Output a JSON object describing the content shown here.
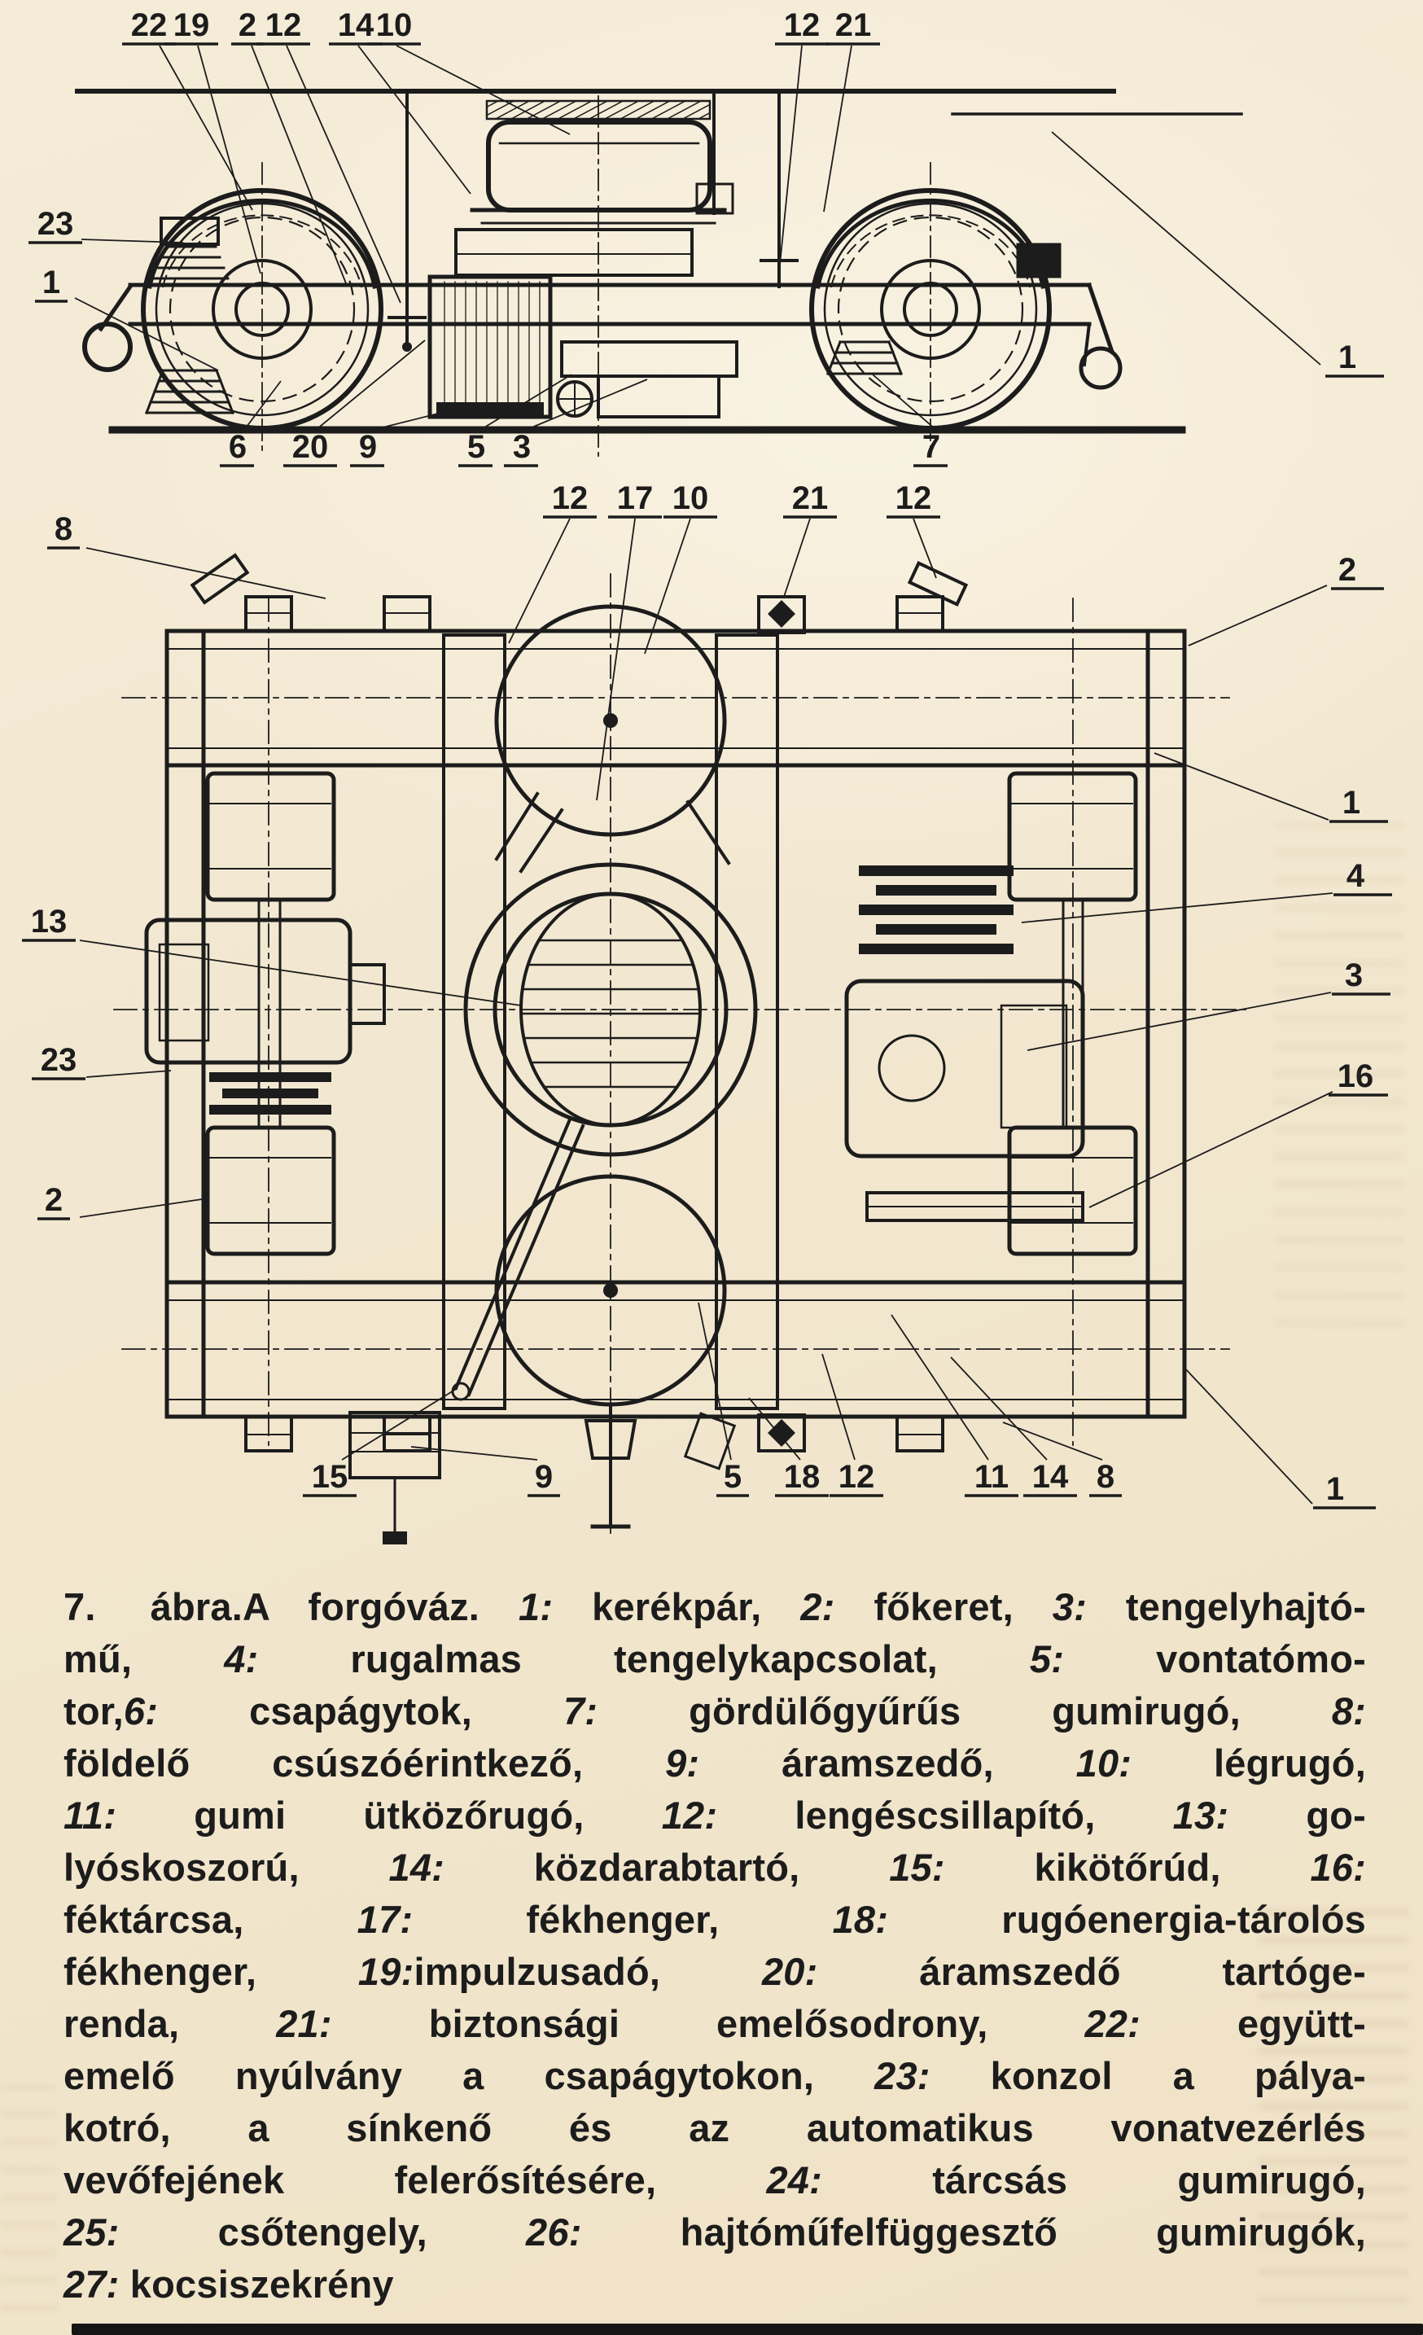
{
  "page": {
    "type": "technical book page",
    "paper_color": "#f2e7d0",
    "ink_color": "#1c1c1c",
    "figure_number": "7. ábra.",
    "figure_subject": "A forgóváz."
  },
  "side_view": {
    "description": "bogie side elevation drawing",
    "labels": [
      "22",
      "19",
      "2",
      "12",
      "14",
      "10",
      "12",
      "21",
      "23",
      "1",
      "1",
      "6",
      "20",
      "9",
      "5",
      "3",
      "7"
    ]
  },
  "plan_view": {
    "description": "bogie top plan drawing",
    "labels": [
      "8",
      "12",
      "17",
      "10",
      "21",
      "12",
      "2",
      "13",
      "23",
      "2",
      "1",
      "4",
      "3",
      "16",
      "15",
      "9",
      "5",
      "18",
      "12",
      "11",
      "14",
      "8",
      "1"
    ]
  },
  "caption": {
    "lines": [
      [
        {
          "t": "7. ábra.",
          "lbl": true
        },
        {
          "t": "A forgóváz. "
        },
        {
          "t": "1:",
          "i": true
        },
        {
          "t": " kerékpár, "
        },
        {
          "t": "2:",
          "i": true
        },
        {
          "t": " főkeret, "
        },
        {
          "t": "3:",
          "i": true
        },
        {
          "t": " tengelyhajtó-"
        }
      ],
      [
        {
          "t": "mű, "
        },
        {
          "t": "4:",
          "i": true
        },
        {
          "t": " rugalmas tengelykapcsolat, "
        },
        {
          "t": "5:",
          "i": true
        },
        {
          "t": " vontatómo-"
        }
      ],
      [
        {
          "t": "tor,"
        },
        {
          "t": "6:",
          "i": true
        },
        {
          "t": " csapágytok, "
        },
        {
          "t": "7:",
          "i": true
        },
        {
          "t": " gördülőgyűrűs gumirugó, "
        },
        {
          "t": "8:",
          "i": true
        }
      ],
      [
        {
          "t": "földelő csúszóérintkező, "
        },
        {
          "t": "9:",
          "i": true
        },
        {
          "t": " áramszedő, "
        },
        {
          "t": "10:",
          "i": true
        },
        {
          "t": " légrugó,"
        }
      ],
      [
        {
          "t": "11:",
          "i": true
        },
        {
          "t": " gumi ütközőrugó, "
        },
        {
          "t": "12:",
          "i": true
        },
        {
          "t": " lengéscsillapító, "
        },
        {
          "t": "13:",
          "i": true
        },
        {
          "t": " go-"
        }
      ],
      [
        {
          "t": "lyóskoszorú, "
        },
        {
          "t": "14:",
          "i": true
        },
        {
          "t": " közdarabtartó, "
        },
        {
          "t": "15:",
          "i": true
        },
        {
          "t": " kikötőrúd, "
        },
        {
          "t": "16:",
          "i": true
        }
      ],
      [
        {
          "t": "féktárcsa, "
        },
        {
          "t": "17:",
          "i": true
        },
        {
          "t": " fékhenger, "
        },
        {
          "t": "18:",
          "i": true
        },
        {
          "t": " rugóenergia-tárolós"
        }
      ],
      [
        {
          "t": "fékhenger, "
        },
        {
          "t": "19:",
          "i": true
        },
        {
          "t": "impulzusadó, "
        },
        {
          "t": "20:",
          "i": true
        },
        {
          "t": " áramszedő tartóge-"
        }
      ],
      [
        {
          "t": "renda, "
        },
        {
          "t": "21:",
          "i": true
        },
        {
          "t": " biztonsági emelősodrony, "
        },
        {
          "t": "22:",
          "i": true
        },
        {
          "t": " együtt-"
        }
      ],
      [
        {
          "t": "emelő nyúlvány a csapágytokon, "
        },
        {
          "t": "23:",
          "i": true
        },
        {
          "t": " konzol a pálya-"
        }
      ],
      [
        {
          "t": "kotró, a sínkenő és az automatikus vonatvezérlés"
        }
      ],
      [
        {
          "t": "vevőfejének felerősítésére, "
        },
        {
          "t": "24:",
          "i": true
        },
        {
          "t": " tárcsás gumirugó,"
        }
      ],
      [
        {
          "t": "25:",
          "i": true
        },
        {
          "t": " csőtengely, "
        },
        {
          "t": "26:",
          "i": true
        },
        {
          "t": " hajtóműfelfüggesztő gumirugók,"
        }
      ],
      [
        {
          "t": "27:",
          "i": true
        },
        {
          "t": " kocsiszekrény"
        }
      ]
    ]
  }
}
